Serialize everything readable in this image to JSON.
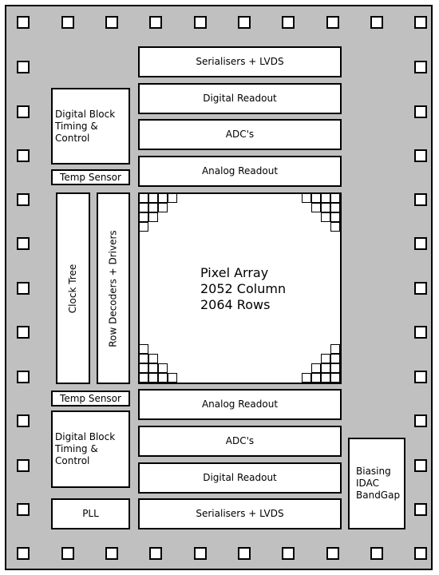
{
  "blocks": {
    "serialisers_top": "Serialisers + LVDS",
    "digital_readout_top": "Digital Readout",
    "adcs_top": "ADC's",
    "analog_readout_top": "Analog Readout",
    "digital_block_top": "Digital Block\nTiming & Control",
    "temp_sensor_top": "Temp Sensor",
    "clock_tree": "Clock Tree",
    "row_decoders": "Row Decoders + Drivers",
    "pixel_array": "Pixel Array\n2052 Column\n2064 Rows",
    "temp_sensor_bottom": "Temp Sensor",
    "analog_readout_bottom": "Analog Readout",
    "adcs_bottom": "ADC's",
    "digital_readout_bottom": "Digital Readout",
    "serialisers_bottom": "Serialisers + LVDS",
    "digital_block_bottom": "Digital Block\nTiming & Control",
    "pll": "PLL",
    "biasing": "Biasing\nIDAC\nBandGap"
  }
}
